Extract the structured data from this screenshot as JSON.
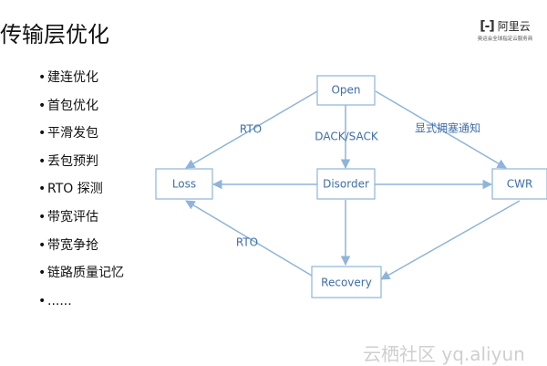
{
  "slide": {
    "title": "传输层优化",
    "bullets": [
      "建连优化",
      "首包优化",
      "平滑发包",
      "丢包预判",
      "RTO 探测",
      "带宽评估",
      "带宽争抢",
      "链路质量记忆",
      "......"
    ]
  },
  "logo": {
    "mark": "[-]",
    "text": "阿里云",
    "subtitle": "奥运会全球指定云服务商"
  },
  "diagram": {
    "nodes": {
      "open": "Open",
      "loss": "Loss",
      "disorder": "Disorder",
      "cwr": "CWR",
      "recovery": "Recovery"
    },
    "edge_labels": {
      "open_to_loss": "RTO",
      "open_to_disorder": "DACK/SACK",
      "open_to_cwr": "显式拥塞通知",
      "recovery_to_loss": "RTO"
    }
  },
  "watermark": "云栖社区 yq.aliyun"
}
